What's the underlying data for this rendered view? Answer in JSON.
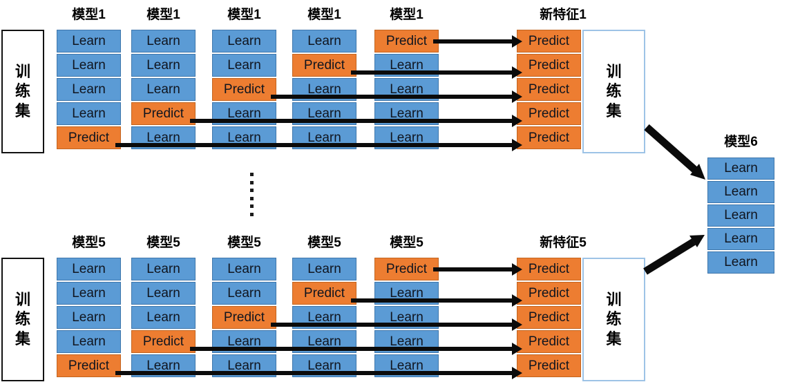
{
  "colors": {
    "cell_blue": "#5B9BD5",
    "cell_orange": "#ED7D31",
    "arrow_black": "#0b0b0b",
    "train_box_right_border": "#9dc3e6"
  },
  "groups": [
    {
      "model_header": "模型1",
      "feature_header": "新特征1",
      "train_left": "训练集",
      "train_right": "训练集",
      "columns": [
        [
          "Learn",
          "Learn",
          "Learn",
          "Learn",
          "Predict"
        ],
        [
          "Learn",
          "Learn",
          "Learn",
          "Predict",
          "Learn"
        ],
        [
          "Learn",
          "Learn",
          "Predict",
          "Learn",
          "Learn"
        ],
        [
          "Learn",
          "Predict",
          "Learn",
          "Learn",
          "Learn"
        ],
        [
          "Predict",
          "Learn",
          "Learn",
          "Learn",
          "Learn"
        ]
      ],
      "feature_cells": [
        "Predict",
        "Predict",
        "Predict",
        "Predict",
        "Predict"
      ]
    },
    {
      "model_header": "模型5",
      "feature_header": "新特征5",
      "train_left": "训练集",
      "train_right": "训练集",
      "columns": [
        [
          "Learn",
          "Learn",
          "Learn",
          "Learn",
          "Predict"
        ],
        [
          "Learn",
          "Learn",
          "Learn",
          "Predict",
          "Learn"
        ],
        [
          "Learn",
          "Learn",
          "Predict",
          "Learn",
          "Learn"
        ],
        [
          "Learn",
          "Predict",
          "Learn",
          "Learn",
          "Learn"
        ],
        [
          "Predict",
          "Learn",
          "Learn",
          "Learn",
          "Learn"
        ]
      ],
      "feature_cells": [
        "Predict",
        "Predict",
        "Predict",
        "Predict",
        "Predict"
      ]
    }
  ],
  "separator": {
    "dot_count": 6
  },
  "final_model": {
    "header": "模型6",
    "cells": [
      "Learn",
      "Learn",
      "Learn",
      "Learn",
      "Learn"
    ]
  }
}
